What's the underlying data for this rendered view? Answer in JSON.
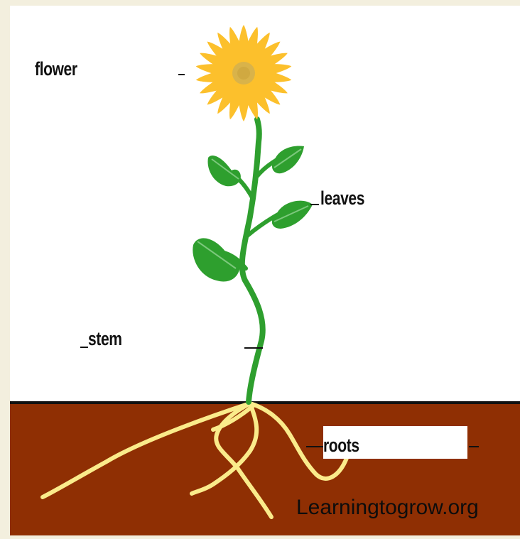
{
  "labels": {
    "flower": "flower",
    "leaves": "leaves",
    "stem": "stem",
    "roots": "roots"
  },
  "watermark": "Learningtogrow.org",
  "colors": {
    "background": "#f3efde",
    "panel": "#ffffff",
    "soil": "#8f2f03",
    "soil_line": "#111111",
    "petal": "#fcc02c",
    "flower_center": "#d9b34a",
    "leaf": "#2e9f2e",
    "leaf_vein": "#7cc87c",
    "stem": "#2e9f2e",
    "root": "#faeb8b"
  }
}
